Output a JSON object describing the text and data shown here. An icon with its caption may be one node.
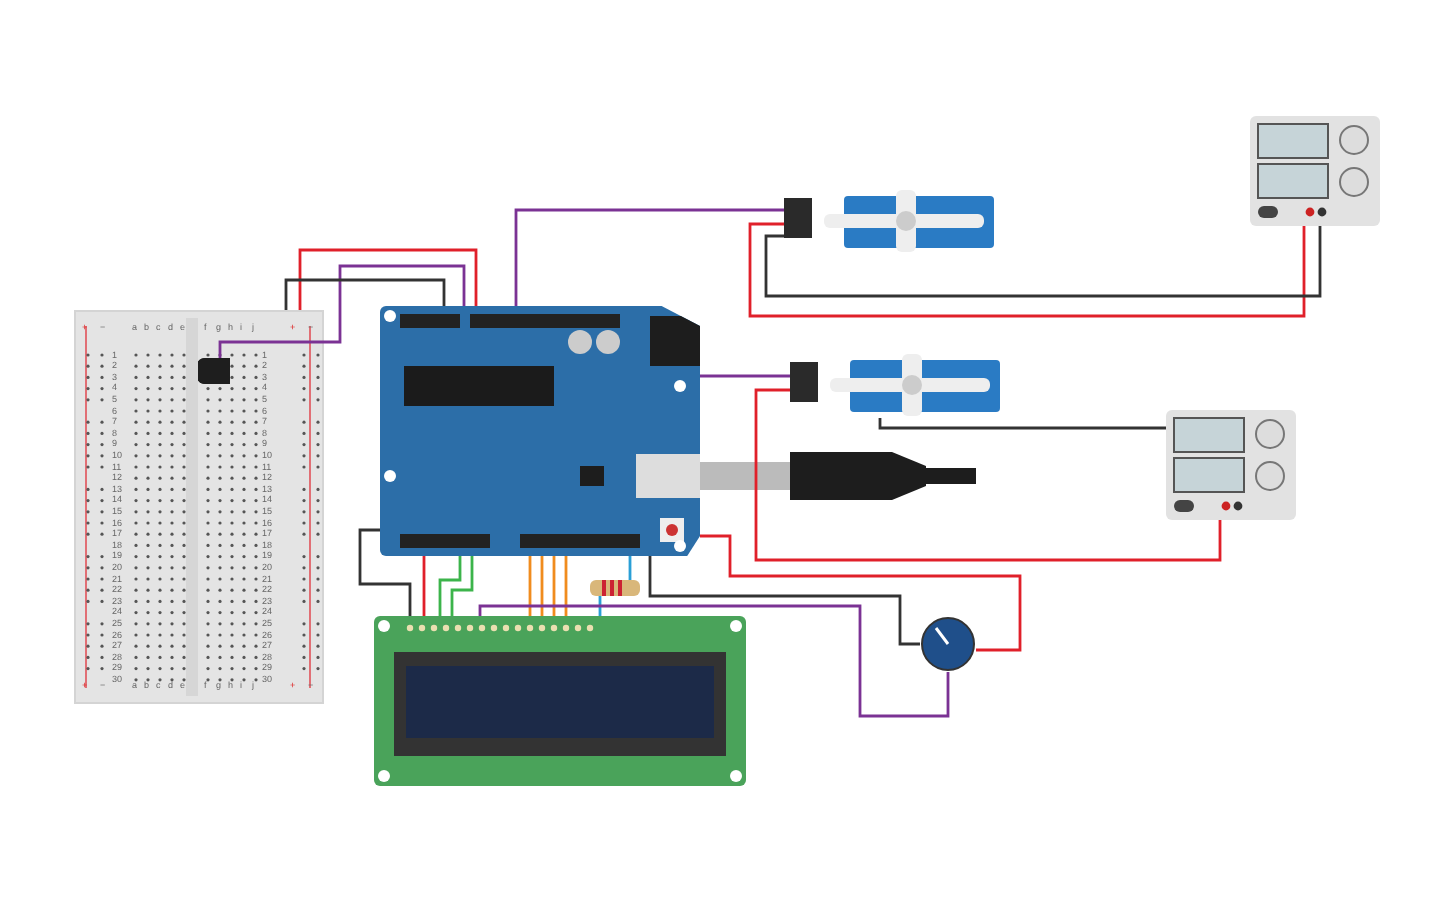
{
  "diagram": {
    "nodes": [
      {
        "text": [],
        "shape": "breadboard"
      },
      {
        "text": [],
        "shape": "picture",
        "in": 0
      },
      {
        "text": [],
        "shape": "picture"
      },
      {
        "text": [],
        "shape": "picture"
      },
      {
        "text": [],
        "shape": "picture"
      },
      {
        "text": [],
        "shape": "picture"
      },
      {
        "text": [],
        "shape": "picture"
      },
      {
        "text": [],
        "shape": "picture"
      },
      {
        "text": [],
        "shape": "circle"
      },
      {
        "text": [],
        "shape": "picture"
      }
    ],
    "edges": [
      {
        "from": 1,
        "to": 2,
        "arrow": "none",
        "color": "#7b3294"
      },
      {
        "from": 0,
        "to": 2,
        "arrow": "none",
        "color": "#e0202a"
      },
      {
        "from": 0,
        "to": 2,
        "arrow": "none",
        "color": "#333333"
      },
      {
        "from": 2,
        "to": 4,
        "arrow": "none",
        "color": "#7b3294"
      },
      {
        "from": 4,
        "to": 6,
        "arrow": "none",
        "color": "#e0202a"
      },
      {
        "from": 4,
        "to": 6,
        "arrow": "none",
        "color": "#333333"
      },
      {
        "from": 2,
        "to": 5,
        "arrow": "none",
        "color": "#7b3294"
      },
      {
        "from": 5,
        "to": 7,
        "arrow": "none",
        "color": "#e0202a"
      },
      {
        "from": 5,
        "to": 7,
        "arrow": "none",
        "color": "#333333"
      },
      {
        "from": 2,
        "to": 3,
        "arrow": "none",
        "color": "#f08c1e"
      },
      {
        "from": 2,
        "to": 3,
        "arrow": "none",
        "color": "#f08c1e"
      },
      {
        "from": 2,
        "to": 3,
        "arrow": "none",
        "color": "#f08c1e"
      },
      {
        "from": 2,
        "to": 3,
        "arrow": "none",
        "color": "#f08c1e"
      },
      {
        "from": 2,
        "to": 3,
        "arrow": "none",
        "color": "#3cb44b"
      },
      {
        "from": 2,
        "to": 3,
        "arrow": "none",
        "color": "#3cb44b"
      },
      {
        "from": 2,
        "to": 3,
        "arrow": "none",
        "color": "#333333"
      },
      {
        "from": 2,
        "to": 3,
        "arrow": "none",
        "color": "#e0202a"
      },
      {
        "from": 2,
        "to": 9,
        "arrow": "none",
        "color": "#2a9fd6"
      },
      {
        "from": 9,
        "to": 3,
        "arrow": "none",
        "color": "#2a9fd6"
      },
      {
        "from": 8,
        "to": 3,
        "arrow": "none",
        "color": "#7b3294"
      },
      {
        "from": 2,
        "to": 8,
        "arrow": "none",
        "color": "#e0202a"
      },
      {
        "from": 2,
        "to": 8,
        "arrow": "none",
        "color": "#333333"
      }
    ],
    "labels": [
      "+",
      "−",
      "a",
      "b",
      "c",
      "d",
      "e",
      "f",
      "g",
      "h",
      "i",
      "j",
      "+",
      "−",
      "1",
      "1",
      "2",
      "2",
      "3",
      "3",
      "4",
      "4",
      "5",
      "5",
      "6",
      "6",
      "7",
      "7",
      "8",
      "8",
      "9",
      "9",
      "10",
      "10",
      "11",
      "11",
      "12",
      "12",
      "13",
      "13",
      "14",
      "14",
      "15",
      "15",
      "16",
      "16",
      "17",
      "17",
      "18",
      "18",
      "19",
      "19",
      "20",
      "20",
      "21",
      "21",
      "22",
      "22",
      "23",
      "23",
      "24",
      "24",
      "25",
      "25",
      "26",
      "26",
      "27",
      "27",
      "28",
      "28",
      "29",
      "29",
      "30",
      "30",
      "+",
      "−",
      "a",
      "b",
      "c",
      "d",
      "e",
      "f",
      "g",
      "h",
      "i",
      "j",
      "+",
      "−"
    ]
  }
}
